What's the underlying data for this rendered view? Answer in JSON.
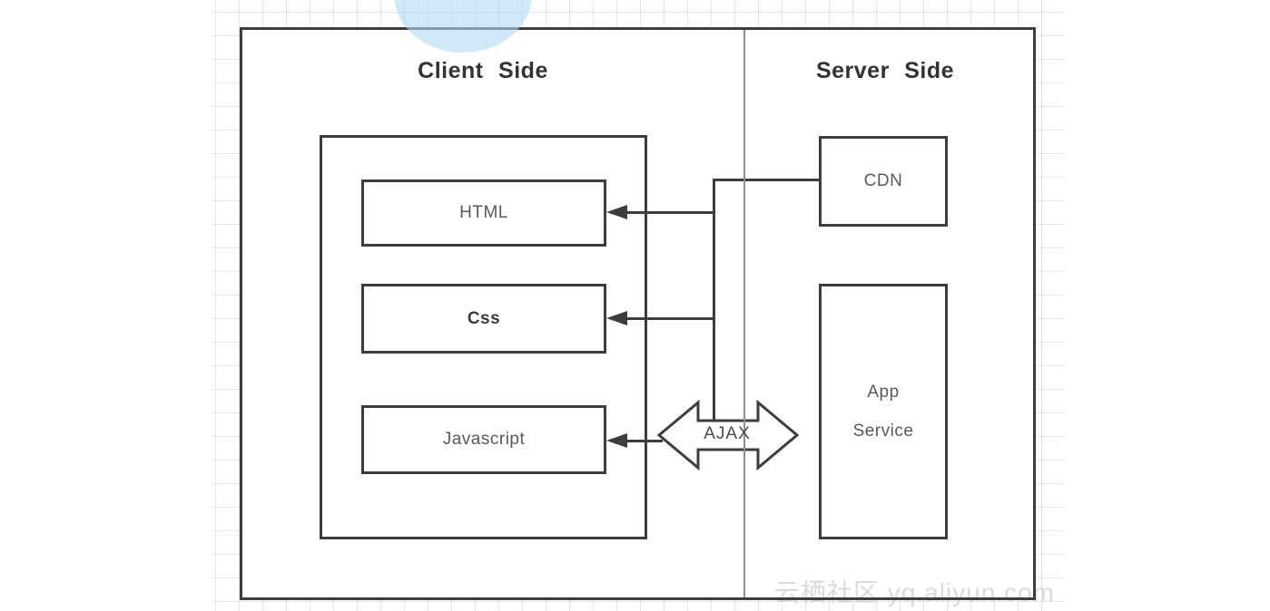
{
  "diagram": {
    "client": {
      "title": "Client Side",
      "boxes": [
        {
          "label": "HTML"
        },
        {
          "label": "Css"
        },
        {
          "label": "Javascript"
        }
      ]
    },
    "server": {
      "title": "Server Side",
      "cdn_label": "CDN",
      "app_service": {
        "line1": "App",
        "line2": "Service"
      }
    },
    "ajax_label": "AJAX",
    "watermark": "云栖社区 yq.aliyun.com",
    "colors": {
      "line": "#3d3d3d",
      "title_text": "#333333",
      "label_text": "#595959",
      "divider": "#8f8f8f",
      "blob": "#b0d9f1",
      "watermark_text": "#bebec0"
    }
  }
}
